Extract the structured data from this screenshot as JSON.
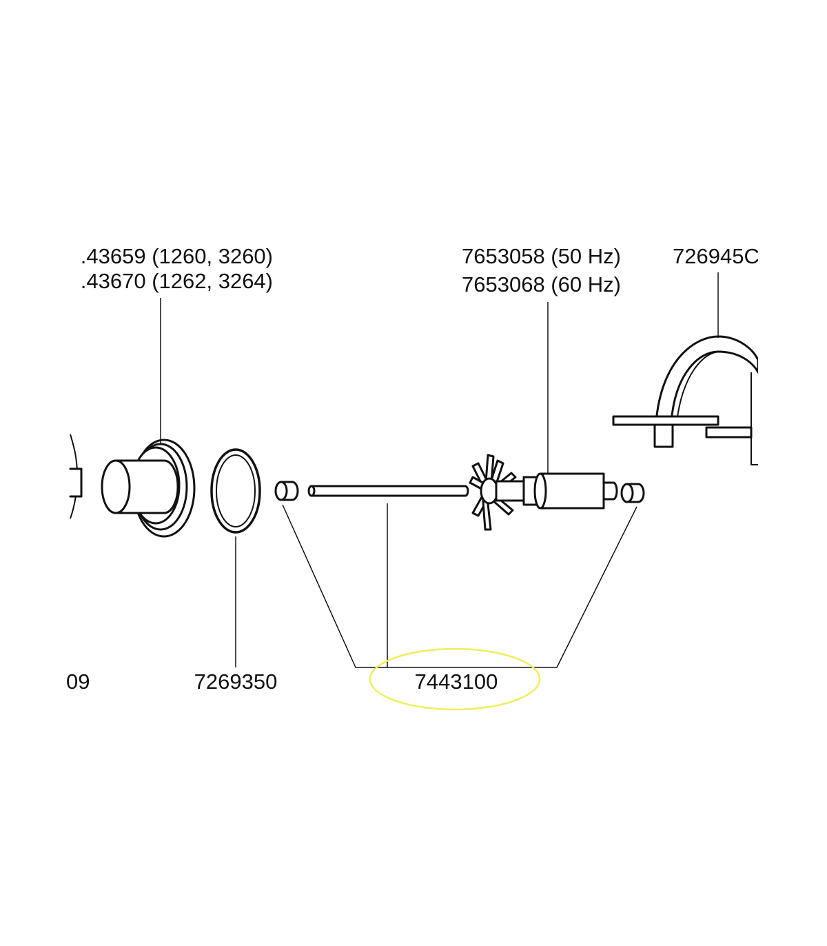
{
  "labels": {
    "part_left_edge": "09",
    "part_housing_line1": ".43659 (1260, 3260)",
    "part_housing_line2": ".43670 (1262, 3264)",
    "part_oring": "7269350",
    "part_rotor_line1": "7653058  (50 Hz)",
    "part_rotor_line2": "7653068  (60 Hz)",
    "part_cover": "726945C",
    "part_shaft_set": "7443100"
  },
  "colors": {
    "line": "#111111",
    "highlight": "#f0ee5a",
    "background": "#ffffff"
  }
}
